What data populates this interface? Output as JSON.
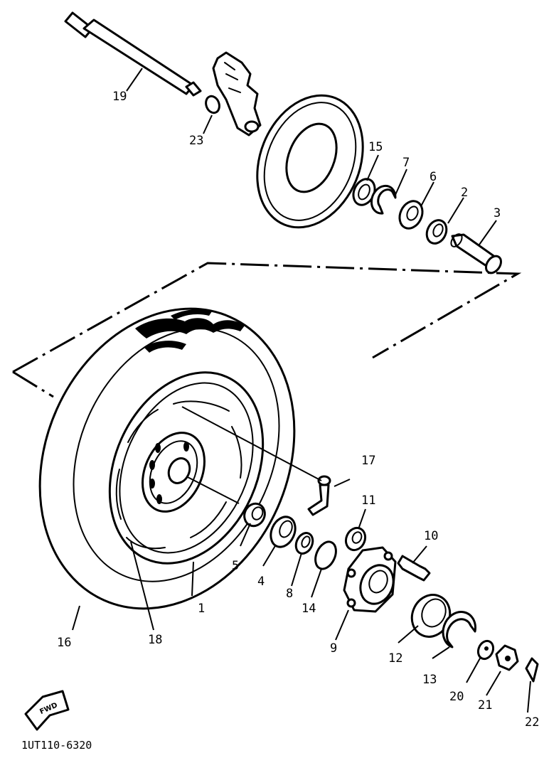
{
  "callouts": {
    "c1": "1",
    "c2": "2",
    "c3": "3",
    "c4": "4",
    "c5": "5",
    "c6": "6",
    "c7": "7",
    "c8": "8",
    "c9": "9",
    "c10": "10",
    "c11": "11",
    "c12": "12",
    "c13": "13",
    "c14": "14",
    "c15": "15",
    "c16": "16",
    "c17": "17",
    "c18": "18",
    "c19": "19",
    "c20": "20",
    "c21": "21",
    "c22": "22",
    "c23": "23"
  },
  "direction_badge": "FWD",
  "drawing_code": "1UT110-6320"
}
